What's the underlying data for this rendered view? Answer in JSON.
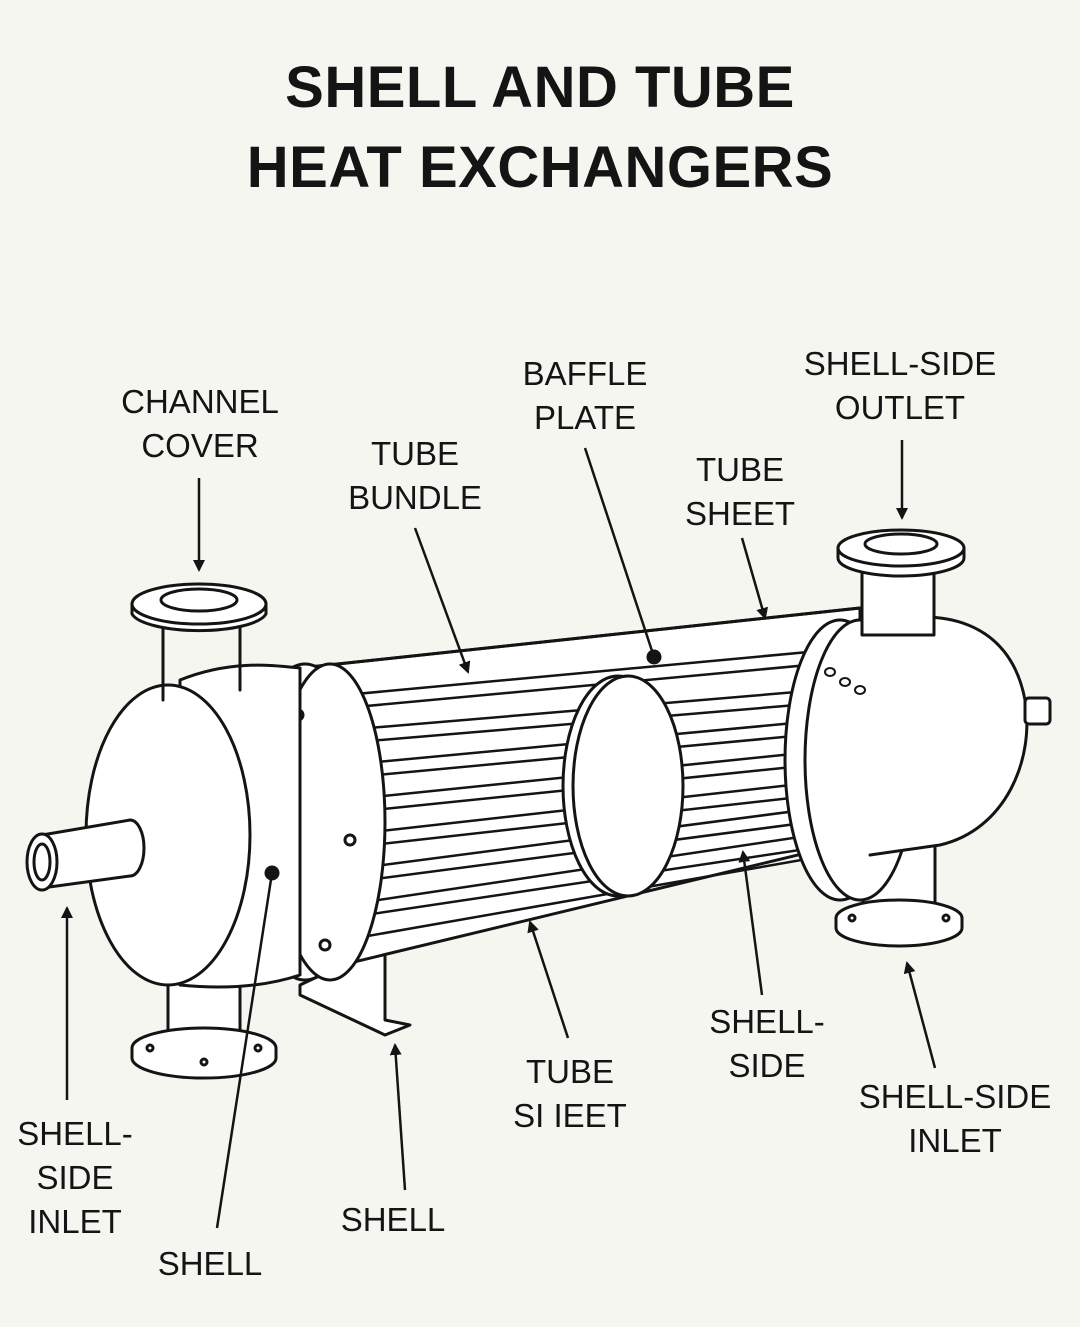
{
  "title": {
    "line1": "SHELL AND TUBE",
    "line2": "HEAT EXCHANGERS"
  },
  "labels": {
    "channel_cover": [
      "CHANNEL",
      "COVER"
    ],
    "tube_bundle": [
      "TUBE",
      "BUNDLE"
    ],
    "baffle_plate": [
      "BAFFLE",
      "PLATE"
    ],
    "tube_sheet_top": [
      "TUBE",
      "SHEET"
    ],
    "shell_side_outlet": [
      "SHELL-SIDE",
      "OUTLET"
    ],
    "shell_side_inlet_left": [
      "SHELL-",
      "SIDE",
      "INLET"
    ],
    "shell_left": [
      "SHELL"
    ],
    "shell_support": [
      "SHELL"
    ],
    "tube_sheet_bottom": [
      "TUBE",
      "SI IEET"
    ],
    "shell_side_mid": [
      "SHELL-",
      "SIDE"
    ],
    "shell_side_inlet_right": [
      "SHELL-SIDE",
      "INLET"
    ]
  },
  "colors": {
    "background": "#f6f6f1",
    "ink": "#141414",
    "fill": "#ffffff"
  }
}
